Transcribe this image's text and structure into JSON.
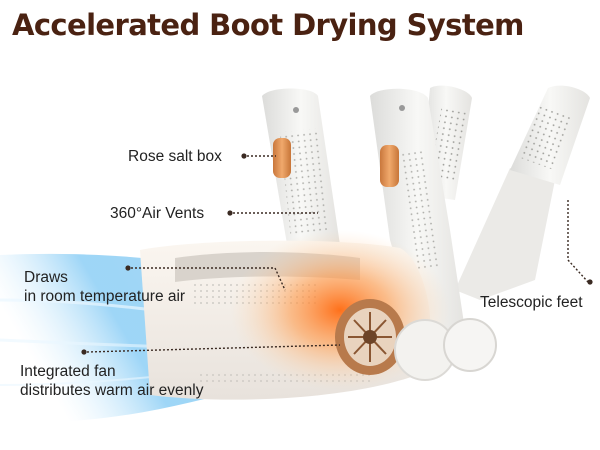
{
  "title": "Accelerated Boot Drying System",
  "labels": {
    "rose_salt_box": "Rose salt box",
    "air_vents": "360°Air Vents",
    "draws_line1": "Draws",
    "draws_line2": "in room temperature air",
    "telescopic_feet": "Telescopic feet",
    "fan_line1": "Integrated fan",
    "fan_line2": "distributes warm air evenly"
  },
  "colors": {
    "title": "#4a2212",
    "callout_dot": "#3a2a22",
    "warm_glow": "#ff7a2a",
    "cool_air": "#4fb4f0",
    "salt_box": "#e0935a",
    "device_body": "#f4f3f1"
  }
}
